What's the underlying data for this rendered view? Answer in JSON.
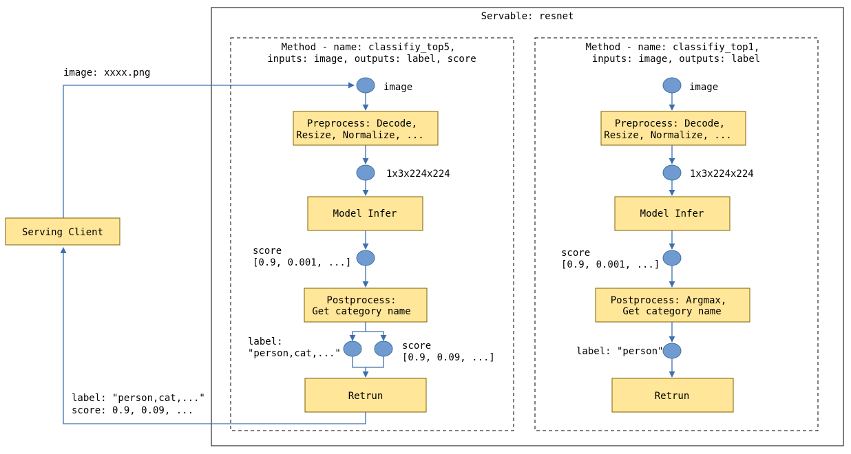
{
  "client": {
    "label": "Serving Client"
  },
  "request_label": "image: xxxx.png",
  "response_label": {
    "line1": "label: \"person,cat,...\"",
    "line2": "score: 0.9, 0.09, ..."
  },
  "servable": {
    "title": "Servable: resnet"
  },
  "method_top5": {
    "header_line1": "Method - name: classifiy_top5,",
    "header_line2": "inputs: image, outputs: label, score",
    "input_label": "image",
    "preprocess": {
      "line1": "Preprocess: Decode,",
      "line2": "Resize, Normalize, ..."
    },
    "tensor_label": "1x3x224x224",
    "infer": "Model Infer",
    "score_label": {
      "line1": "score",
      "line2": "[0.9, 0.001, ...]"
    },
    "postprocess": {
      "line1": "Postprocess:",
      "line2": "Get category name"
    },
    "out_label": {
      "line1": "label:",
      "line2": "\"person,cat,...\""
    },
    "out_score": {
      "line1": "score",
      "line2": "[0.9, 0.09, ...]"
    },
    "return": "Retrun"
  },
  "method_top1": {
    "header_line1": "Method - name: classifiy_top1,",
    "header_line2": "inputs: image, outputs: label",
    "input_label": "image",
    "preprocess": {
      "line1": "Preprocess: Decode,",
      "line2": "Resize, Normalize, ..."
    },
    "tensor_label": "1x3x224x224",
    "infer": "Model Infer",
    "score_label": {
      "line1": "score",
      "line2": "[0.9, 0.001, ...]"
    },
    "postprocess": {
      "line1": "Postprocess: Argmax,",
      "line2": "Get category name"
    },
    "out_label": "label: \"person\"",
    "return": "Retrun"
  }
}
